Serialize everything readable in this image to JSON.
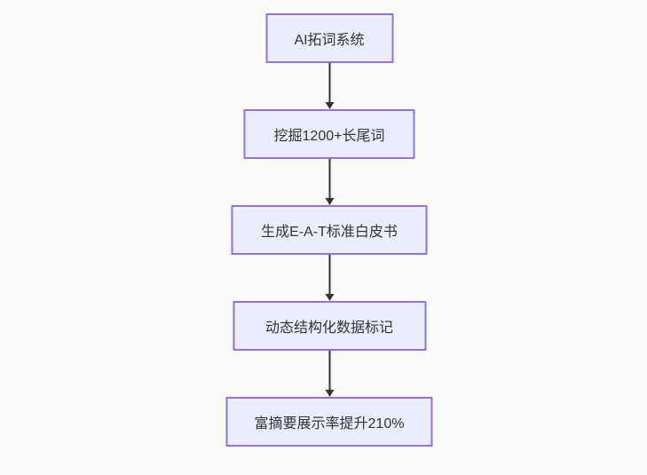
{
  "diagram": {
    "type": "flowchart",
    "direction": "top-down",
    "colors": {
      "background": "#fafafa",
      "node_fill": "#ececff",
      "node_border": "#9370db",
      "arrow": "#333333",
      "text": "#333333"
    },
    "nodes": [
      {
        "label": "AI拓词系统"
      },
      {
        "label": "挖掘1200+长尾词"
      },
      {
        "label": "生成E-A-T标准白皮书"
      },
      {
        "label": "动态结构化数据标记"
      },
      {
        "label": "富摘要展示率提升210%"
      }
    ],
    "edges": [
      {
        "from": 0,
        "to": 1
      },
      {
        "from": 1,
        "to": 2
      },
      {
        "from": 2,
        "to": 3
      },
      {
        "from": 3,
        "to": 4
      }
    ]
  }
}
